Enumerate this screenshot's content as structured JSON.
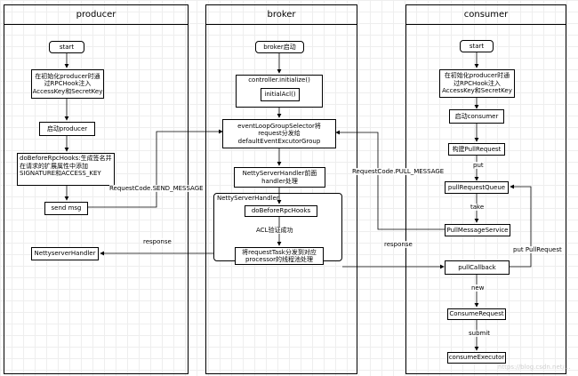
{
  "lanes": {
    "producer": "producer",
    "broker": "broker",
    "consumer": "consumer"
  },
  "producer": {
    "start": "start",
    "init": "在初始化producer时通\n过RPCHook注入\nAccessKey和SecretKey",
    "launch": "启动producer",
    "before_hooks": "doBeforeRpcHooks:生成签名并\n在请求的扩展属性中添加\nSIGNATURE和ACCESS_KEY",
    "send_msg": "send msg",
    "netty_handler": "NettyserverHandler"
  },
  "broker": {
    "start": "broker启动",
    "controller": "controller.initialize()",
    "init_acl": "initialAcl()",
    "event_loop": "eventLoopGroupSelector将\nrequest分发给\ndefaultEventExcutorGroup",
    "netty_front": "NettyServerHandler前面\nhandler处理",
    "netty_handler": "NettyServerHandler",
    "before_hooks": "doBeforeRpcHooks",
    "acl_ok": "ACL验证成功",
    "dispatch": "将requestTask分发到对应\nprocessor的线程池处理"
  },
  "consumer": {
    "start": "start",
    "init": "在初始化producer时通\n过RPCHook注入\nAccessKey和SecretKey",
    "launch": "启动consumer",
    "build": "构建PullRequest",
    "queue": "pullRequestQueue",
    "service": "PullMessageService",
    "callback": "pullCallback",
    "consume_request": "ConsumeRequest",
    "executor": "consumeExecutor"
  },
  "labels": {
    "send_message": "RequestCode.SEND_MESSAGE",
    "pull_message": "RequestCode.PULL_MESSAGE",
    "response_left": "response",
    "response_right": "response",
    "put": "put",
    "take": "take",
    "put_pull_request": "put PullRequest",
    "new": "new",
    "submit": "submit"
  },
  "watermark": "https://blog.csdn.net/..."
}
